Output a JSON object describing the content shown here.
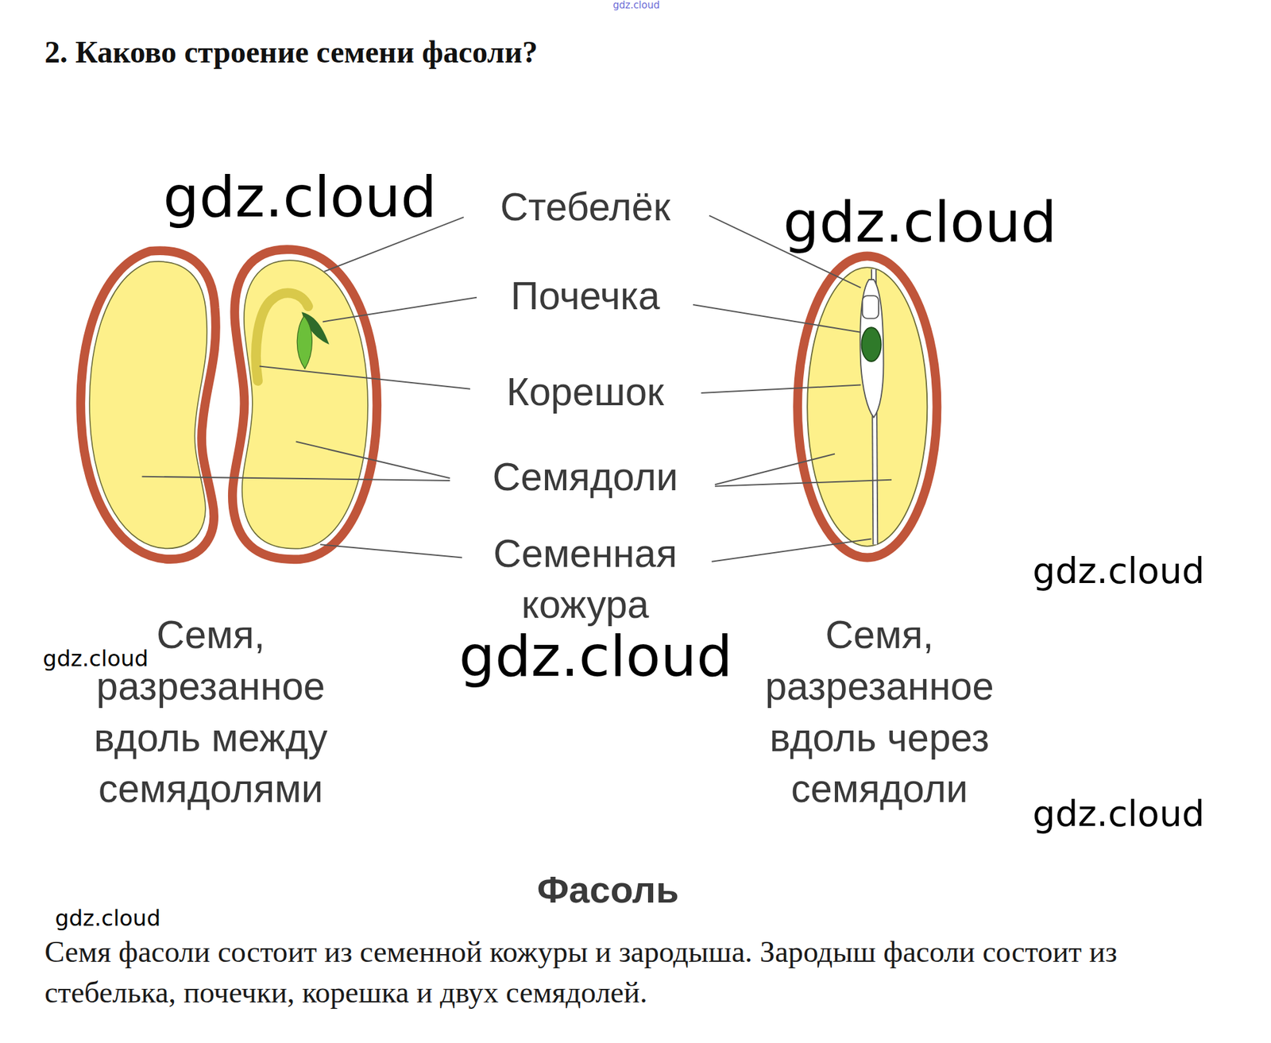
{
  "diagram": {
    "title": "2. Каково строение семени фасоли?",
    "caption": "Семя фасоли состоит из семенной кожуры и зародыша. Зародыш фасоли состоит из стебелька, почечки, корешка и двух семядолей.",
    "labels": [
      "gdz.cloud",
      "gdz.cloud",
      "Стебелёк",
      "gdz.cloud",
      "Почечка",
      "Корешок",
      "Семядоли",
      "gdz.cloud",
      "Семенная кожура",
      "gdz.cloud",
      "Семя, разрезанное вдоль между семядолями",
      "gdz.cloud",
      "Семя, разрезанное вдоль через семядоли",
      "gdz.cloud",
      "Фасоль",
      "gdz.cloud"
    ]
  }
}
